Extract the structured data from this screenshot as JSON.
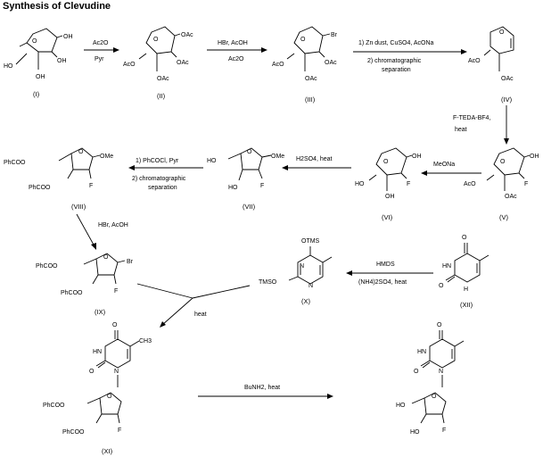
{
  "title": "Synthesis of Clevudine",
  "compounds": [
    {
      "id": "I",
      "label": "(I)",
      "groups": [
        "OH",
        "OH",
        "HO",
        "OH"
      ]
    },
    {
      "id": "II",
      "label": "(II)",
      "groups": [
        "OAc",
        "AcO",
        "OAc"
      ]
    },
    {
      "id": "III",
      "label": "(III)",
      "groups": [
        "Br",
        "AcO",
        "OAc"
      ]
    },
    {
      "id": "IV",
      "label": "(IV)",
      "groups": [
        "AcO",
        "OAc"
      ]
    },
    {
      "id": "V",
      "label": "(V)",
      "groups": [
        "OH",
        "AcO",
        "F",
        "OAc"
      ]
    },
    {
      "id": "VI",
      "label": "(VI)",
      "groups": [
        "OH",
        "HO",
        "F",
        "OH"
      ]
    },
    {
      "id": "VII",
      "label": "(VII)",
      "groups": [
        "HO",
        "OMe",
        "HO",
        "F"
      ]
    },
    {
      "id": "VIII",
      "label": "(VIII)",
      "groups": [
        "PhCOO",
        "OMe",
        "PhCOO",
        "F"
      ]
    },
    {
      "id": "IX",
      "label": "(IX)",
      "groups": [
        "PhCOO",
        "Br",
        "PhCOO",
        "F"
      ]
    },
    {
      "id": "X",
      "label": "(X)",
      "groups": [
        "OTMS",
        "TMSO"
      ]
    },
    {
      "id": "XII",
      "label": "(XII)",
      "groups": [
        "O",
        "O"
      ]
    },
    {
      "id": "XI",
      "label": "(XI)",
      "groups": [
        "O",
        "CH3",
        "O",
        "PhCOO",
        "PhCOO",
        "F"
      ]
    },
    {
      "id": "final",
      "label": "",
      "groups": [
        "O",
        "O",
        "HO",
        "HO",
        "F"
      ]
    }
  ],
  "reactions": [
    {
      "id": "r1",
      "top": "Ac2O",
      "bottom": "Pyr"
    },
    {
      "id": "r2",
      "top": "HBr, AcOH",
      "bottom": "Ac2O"
    },
    {
      "id": "r3",
      "top": "1) Zn dust, CuSO4, AcONa",
      "bottom1": "2) chromatographic",
      "bottom2": "separation"
    },
    {
      "id": "r4",
      "top": "F-TEDA-BF4,",
      "bottom": "heat"
    },
    {
      "id": "r5",
      "top": "MeONa"
    },
    {
      "id": "r6",
      "top": "H2SO4, heat"
    },
    {
      "id": "r7",
      "top": "1) PhCOCl, Pyr",
      "bottom1": "2) chromatographic",
      "bottom2": "separation"
    },
    {
      "id": "r8",
      "top": "HBr, AcOH"
    },
    {
      "id": "r9",
      "top": "HMDS",
      "bottom": "(NH4)2SO4, heat"
    },
    {
      "id": "r10",
      "top": "heat"
    },
    {
      "id": "r11",
      "top": "BuNH2, heat"
    }
  ],
  "atoms": {
    "NH": "HN",
    "N": "N",
    "Ny": "N",
    "Hy": "H"
  }
}
